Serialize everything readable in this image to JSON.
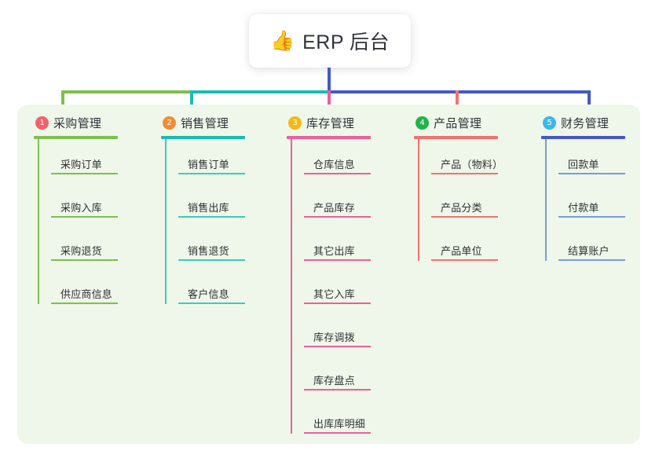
{
  "root": {
    "icon": "thumbs-up-icon",
    "icon_glyph": "👍",
    "title": "ERP 后台"
  },
  "palette": {
    "panel_background": "#eef7ea",
    "page_background": "#ffffff",
    "root_stem": "#4458c9",
    "bar_green": "#7fbf4d",
    "bar_teal": "#18bdb0",
    "bar_blue": "#4458c9"
  },
  "columns": [
    {
      "number": "1",
      "title": "采购管理",
      "badge_color": "#f4606c",
      "line_color": "#7fbf4d",
      "rule_color": "#7fbf4d",
      "items": [
        {
          "label": "采购订单"
        },
        {
          "label": "采购入库"
        },
        {
          "label": "采购退货"
        },
        {
          "label": "供应商信息"
        }
      ]
    },
    {
      "number": "2",
      "title": "销售管理",
      "badge_color": "#f08c33",
      "line_color": "#3fcbbd",
      "rule_color": "#18bdb0",
      "items": [
        {
          "label": "销售订单"
        },
        {
          "label": "销售出库"
        },
        {
          "label": "销售退货"
        },
        {
          "label": "客户信息"
        }
      ]
    },
    {
      "number": "3",
      "title": "库存管理",
      "badge_color": "#f5b817",
      "line_color": "#ec5f9a",
      "rule_color": "#ec5f9a",
      "items": [
        {
          "label": "仓库信息"
        },
        {
          "label": "产品库存"
        },
        {
          "label": "其它出库"
        },
        {
          "label": "其它入库"
        },
        {
          "label": "库存调拨"
        },
        {
          "label": "库存盘点"
        },
        {
          "label": "出库库明细"
        }
      ]
    },
    {
      "number": "4",
      "title": "产品管理",
      "badge_color": "#22b24c",
      "line_color": "#f2726f",
      "rule_color": "#f2726f",
      "items": [
        {
          "label": "产品（物料）"
        },
        {
          "label": "产品分类"
        },
        {
          "label": "产品单位"
        }
      ]
    },
    {
      "number": "5",
      "title": "财务管理",
      "badge_color": "#3bb7e8",
      "line_color": "#7b9ae0",
      "rule_color": "#4458c9",
      "items": [
        {
          "label": "回款单"
        },
        {
          "label": "付款单"
        },
        {
          "label": "结算账户"
        }
      ]
    }
  ]
}
